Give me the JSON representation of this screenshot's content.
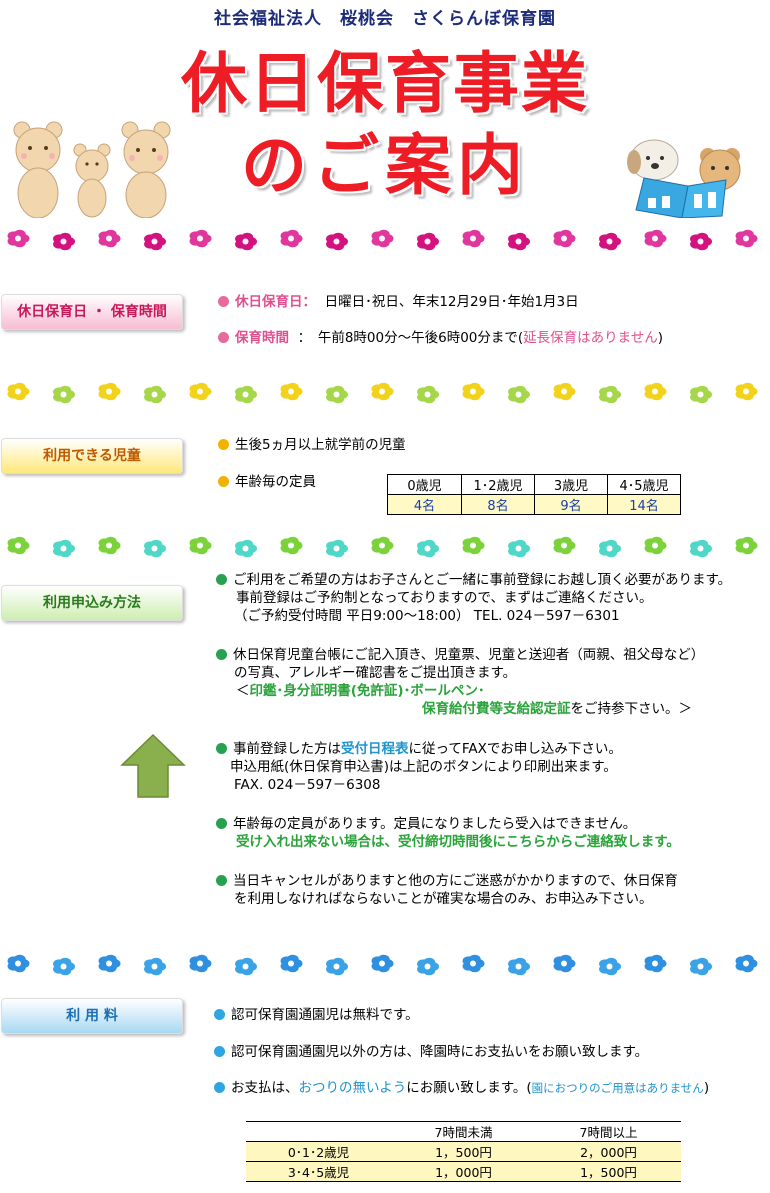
{
  "header": {
    "organization": "社会福祉法人　桜桃会　さくらんぼ保育園",
    "title_line1": "休日保育事業",
    "title_line2": "のご案内"
  },
  "colors": {
    "title_red": "#ee1c25",
    "flower_magenta": "#e0379e",
    "flower_yellow": "#f3d21c",
    "flower_green": "#7cd23a",
    "flower_blue": "#2f8fe0"
  },
  "sections": {
    "days": {
      "label": "休日保育日 ・ 保育時間",
      "days_heading": "休日保育日：",
      "days_text": "日曜日･祝日、年末12月29日･年始1月3日",
      "hours_heading": "保育時間",
      "hours_text": "：　午前8時00分～午後6時00分まで(",
      "hours_note": "延長保育はありません",
      "hours_close": ")"
    },
    "children": {
      "label": "利用できる児童",
      "item1": "生後5ヵ月以上就学前の児童",
      "item2": "年齢毎の定員",
      "capacity_headers": [
        "0歳児",
        "1･2歳児",
        "3歳児",
        "4･5歳児"
      ],
      "capacity_values": [
        "4名",
        "8名",
        "9名",
        "14名"
      ]
    },
    "apply": {
      "label": "利用申込み方法",
      "p1_l1": "ご利用をご希望の方はお子さんとご一緒に事前登録にお越し頂く必要があります。",
      "p1_l2": "事前登録はご予約制となっておりますので、まずはご連絡ください。",
      "p1_l3": "（ご予約受付時間 平日9:00～18:00）  TEL. 024－597－6301",
      "p2_l1": "休日保育児童台帳にご記入頂き、児童票、児童と送迎者（両親、祖父母など）",
      "p2_l2": "の写真、アレルギー確認書をご提出頂きます。",
      "p2_l3_open": "＜",
      "p2_l3_items": "印鑑･身分証明書(免許証)･ボールペン･",
      "p2_l4_items": "保育給付費等支給認定証",
      "p2_l4_close": "をご持参下さい。＞",
      "p3_l1_a": "事前登録した方は",
      "p3_l1_link": "受付日程表",
      "p3_l1_b": "に従ってFAXでお申し込み下さい。",
      "p3_l2": "申込用紙(休日保育申込書)は上記のボタンにより印刷出来ます。",
      "p3_l3": "FAX. 024－597－6308",
      "p4_l1": "年齢毎の定員があります。定員になりましたら受入はできません。",
      "p4_l2": "受け入れ出来ない場合は、受付締切時間後にこちらからご連絡致します。",
      "p5_l1": "当日キャンセルがありますと他の方にご迷惑がかかりますので、休日保育",
      "p5_l2": "を利用しなければならないことが確実な場合のみ、お申込み下さい。"
    },
    "fee": {
      "label": "利 用 料",
      "item1": "認可保育園通園児は無料です。",
      "item2": "認可保育園通園児以外の方は、降園時にお支払いをお願い致します。",
      "item3_a": "お支払は、",
      "item3_b": "おつりの無いよう",
      "item3_c": "にお願い致します。(",
      "item3_note": "園におつりのご用意はありません",
      "item3_d": ")",
      "table_headers": [
        "",
        "7時間未満",
        "7時間以上"
      ],
      "rows": [
        {
          "age": "0･1･2歳児",
          "under7": "1，500円",
          "over7": "2，000円"
        },
        {
          "age": "3･4･5歳児",
          "under7": "1，000円",
          "over7": "1，500円"
        }
      ]
    }
  }
}
